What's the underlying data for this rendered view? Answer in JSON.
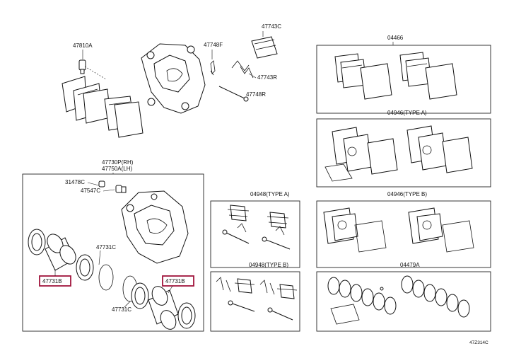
{
  "labels": {
    "p47810a": "47810A",
    "p47748f": "47748F",
    "p47743c": "47743C",
    "p47743r": "47743R",
    "p47748r": "47748R",
    "p04466": "04466",
    "p04946a": "04946(TYPE A)",
    "p47730": "47730P(RH)",
    "p47750": "47750A(LH)",
    "p31478": "31478C",
    "p47547": "47547C",
    "p04948a": "04948(TYPE A)",
    "p04946b": "04946(TYPE B)",
    "p47731c_1": "47731C",
    "p47731c_2": "47731C",
    "p47731b_1": "47731B",
    "p47731b_2": "47731B",
    "p04948b": "04948(TYPE B)",
    "p04479a": "04479A",
    "catalog_ref": "47Z314C"
  },
  "colors": {
    "highlight": "#a0143c",
    "line": "#111111"
  }
}
